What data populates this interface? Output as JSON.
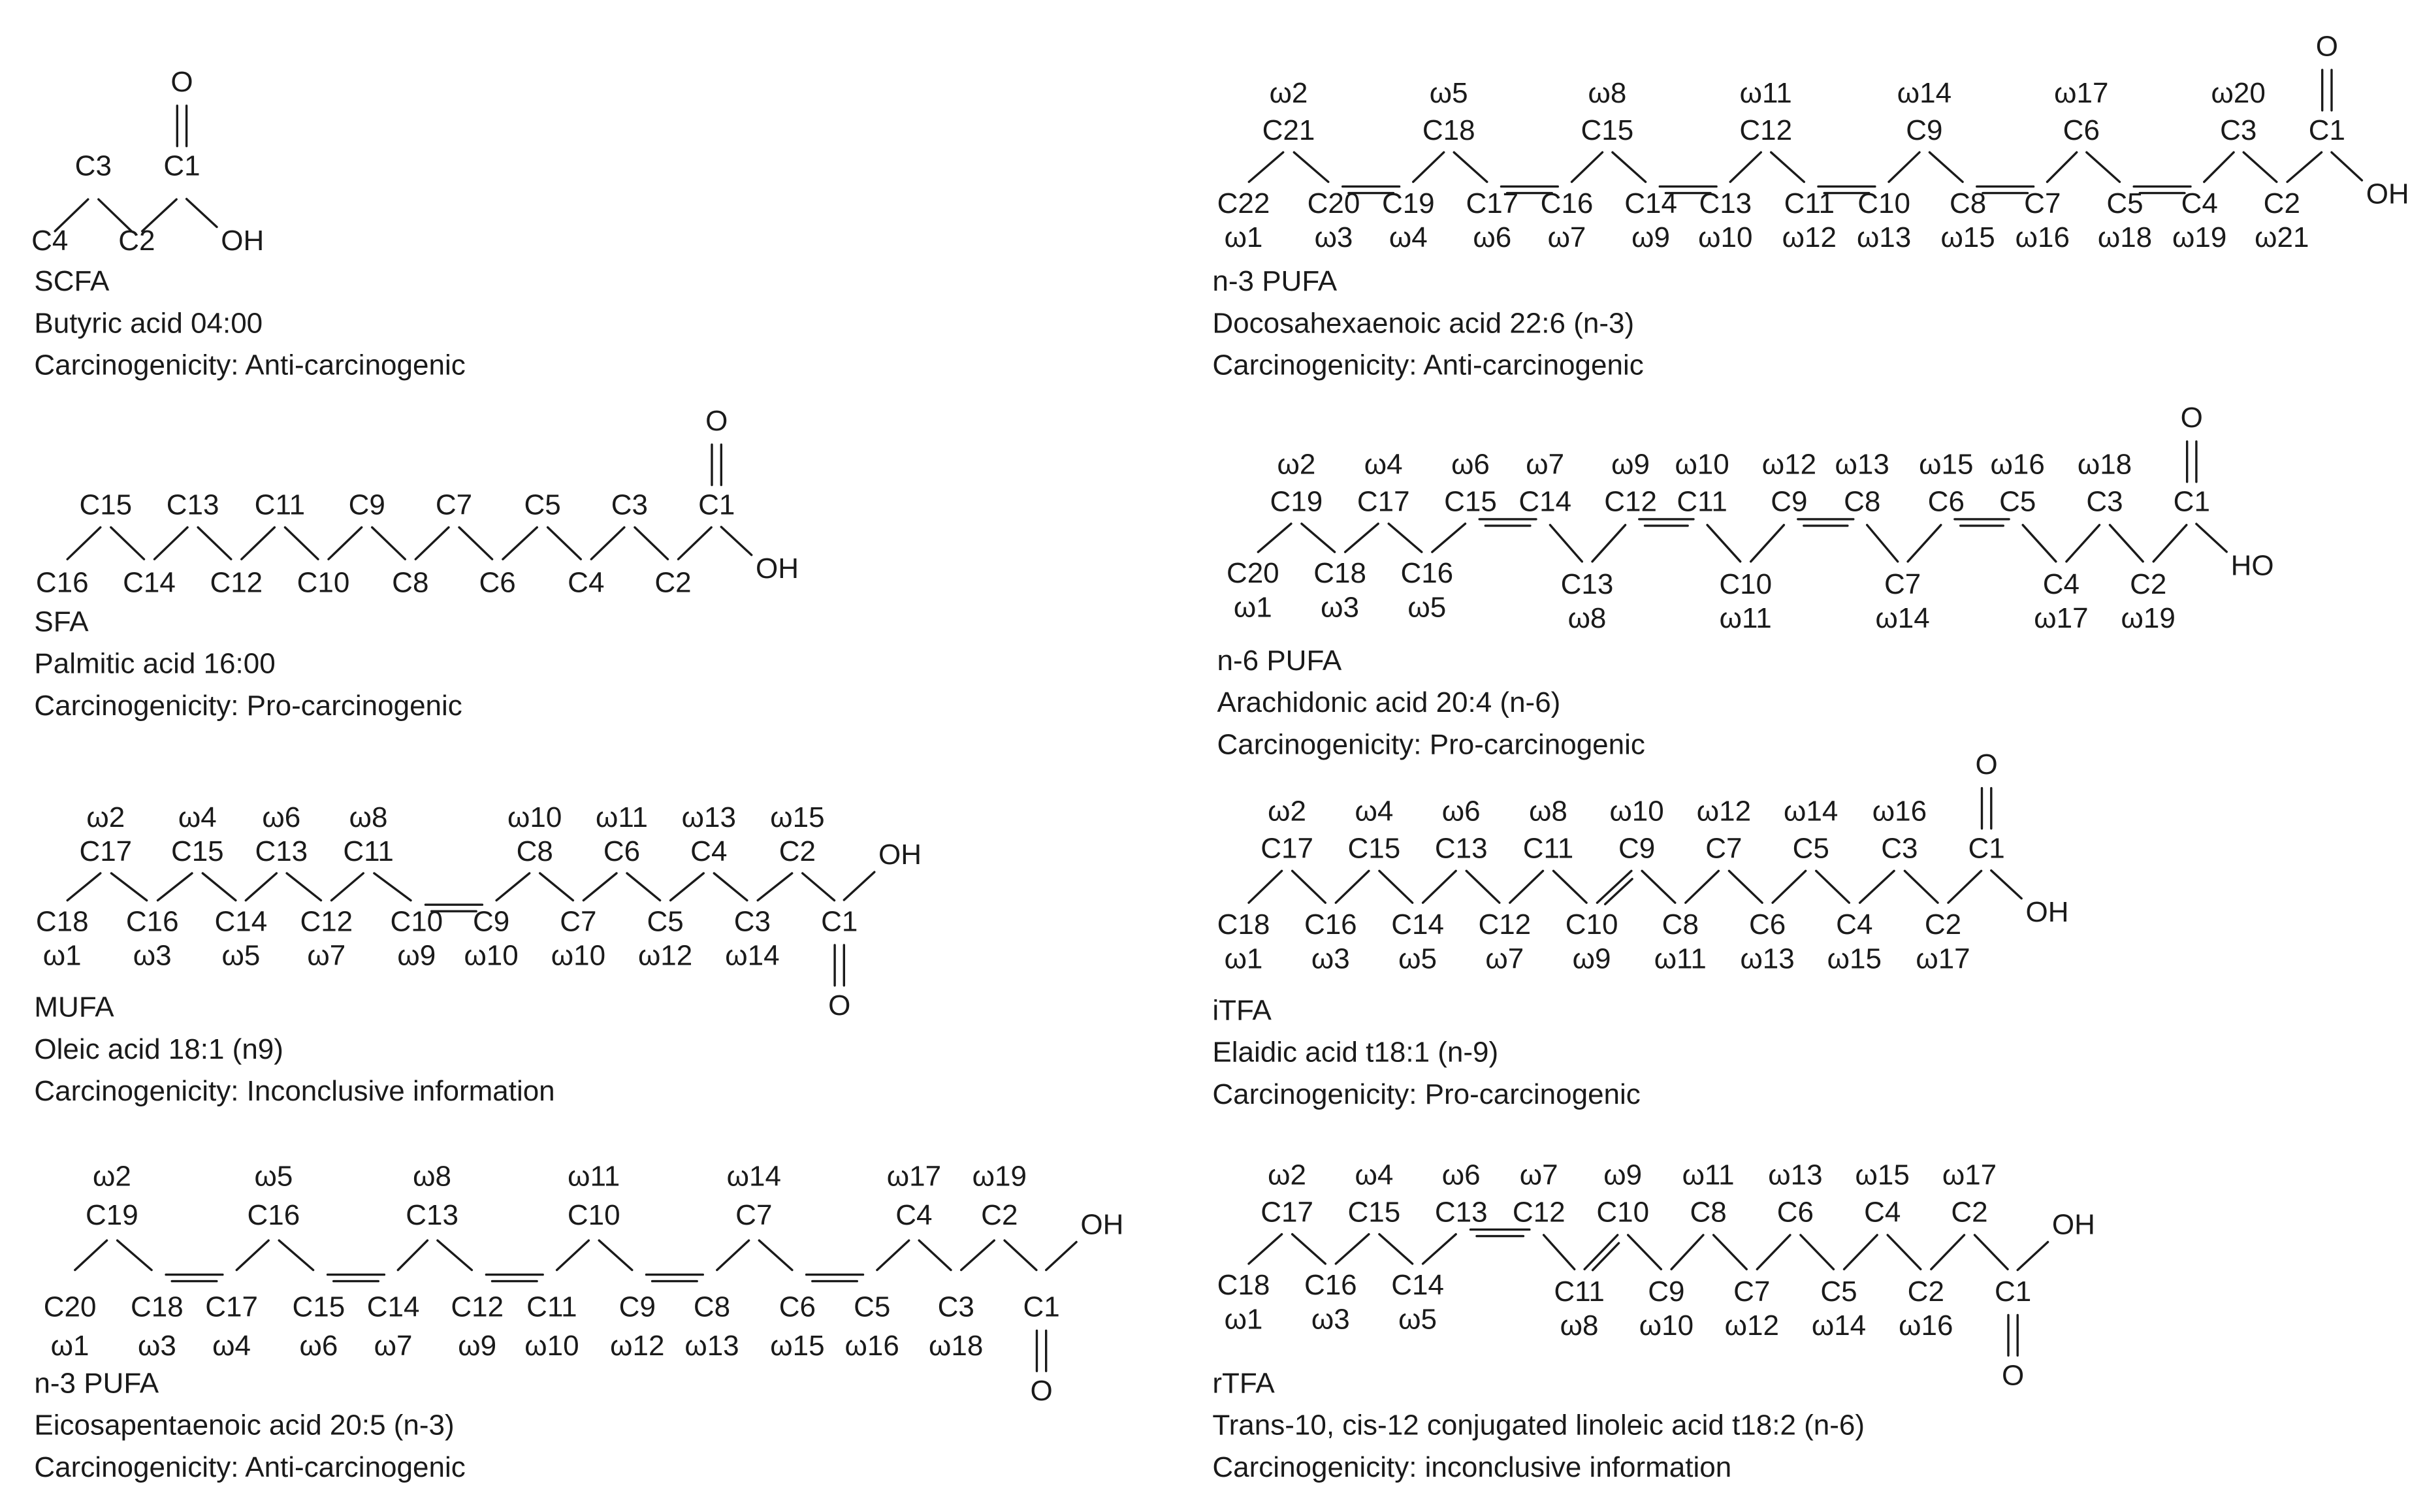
{
  "figure": {
    "panels": [
      {
        "id": "scfa",
        "class_label": "SCFA",
        "name": "Butyric acid 04:00",
        "carcinogenicity": "Carcinogenicity: Anti-carcinogenic",
        "carbon_labels": [
          "C4",
          "C3",
          "C2",
          "C1"
        ],
        "omega_labels": [],
        "group_labels": [
          "O",
          "OH"
        ]
      },
      {
        "id": "sfa",
        "class_label": "SFA",
        "name": "Palmitic acid 16:00",
        "carcinogenicity": "Carcinogenicity: Pro-carcinogenic",
        "carbon_labels": [
          "C16",
          "C15",
          "C14",
          "C13",
          "C12",
          "C11",
          "C10",
          "C9",
          "C8",
          "C7",
          "C6",
          "C5",
          "C4",
          "C3",
          "C2",
          "C1"
        ],
        "omega_labels": [],
        "group_labels": [
          "O",
          "OH"
        ]
      },
      {
        "id": "mufa",
        "class_label": "MUFA",
        "name": "Oleic acid 18:1 (n9)",
        "carcinogenicity": "Carcinogenicity: Inconclusive information",
        "carbon_labels": [
          "C18",
          "C17",
          "C16",
          "C15",
          "C14",
          "C13",
          "C12",
          "C11",
          "C10",
          "C9",
          "C8",
          "C7",
          "C6",
          "C5",
          "C4",
          "C3",
          "C2",
          "C1"
        ],
        "omega_labels": [
          "ω1",
          "ω2",
          "ω3",
          "ω4",
          "ω5",
          "ω6",
          "ω7",
          "ω8",
          "ω9",
          "ω10",
          "ω10",
          "ω10",
          "ω11",
          "ω12",
          "ω13",
          "ω14",
          "ω15"
        ],
        "group_labels": [
          "O",
          "OH"
        ]
      },
      {
        "id": "epa",
        "class_label": "n-3 PUFA",
        "name": "Eicosapentaenoic acid 20:5 (n-3)",
        "carcinogenicity": "Carcinogenicity: Anti-carcinogenic",
        "carbon_labels": [
          "C20",
          "C19",
          "C18",
          "C17",
          "C16",
          "C15",
          "C14",
          "C13",
          "C12",
          "C11",
          "C10",
          "C9",
          "C8",
          "C7",
          "C6",
          "C5",
          "C4",
          "C3",
          "C2",
          "C1"
        ],
        "omega_labels": [
          "ω1",
          "ω2",
          "ω3",
          "ω4",
          "ω5",
          "ω6",
          "ω7",
          "ω8",
          "ω9",
          "ω10",
          "ω11",
          "ω12",
          "ω13",
          "ω14",
          "ω15",
          "ω16",
          "ω17",
          "ω18",
          "ω19"
        ],
        "group_labels": [
          "O",
          "OH"
        ]
      },
      {
        "id": "dha",
        "class_label": "n-3 PUFA",
        "name": "Docosahexaenoic acid 22:6 (n-3)",
        "carcinogenicity": "Carcinogenicity: Anti-carcinogenic",
        "carbon_labels": [
          "C22",
          "C21",
          "C20",
          "C19",
          "C18",
          "C17",
          "C16",
          "C15",
          "C14",
          "C13",
          "C12",
          "C11",
          "C10",
          "C9",
          "C8",
          "C7",
          "C6",
          "C5",
          "C4",
          "C3",
          "C2",
          "C1"
        ],
        "omega_labels": [
          "ω1",
          "ω2",
          "ω3",
          "ω4",
          "ω5",
          "ω6",
          "ω7",
          "ω8",
          "ω9",
          "ω10",
          "ω11",
          "ω12",
          "ω13",
          "ω14",
          "ω15",
          "ω16",
          "ω17",
          "ω18",
          "ω19",
          "ω20",
          "ω21"
        ],
        "group_labels": [
          "O",
          "OH"
        ]
      },
      {
        "id": "ara",
        "class_label": "n-6 PUFA",
        "name": "Arachidonic acid 20:4 (n-6)",
        "carcinogenicity": "Carcinogenicity: Pro-carcinogenic",
        "carbon_labels": [
          "C20",
          "C19",
          "C18",
          "C17",
          "C16",
          "C15",
          "C14",
          "C13",
          "C12",
          "C11",
          "C10",
          "C9",
          "C8",
          "C7",
          "C6",
          "C5",
          "C4",
          "C3",
          "C2",
          "C1"
        ],
        "omega_labels": [
          "ω1",
          "ω2",
          "ω3",
          "ω4",
          "ω5",
          "ω6",
          "ω7",
          "ω8",
          "ω9",
          "ω10",
          "ω11",
          "ω12",
          "ω13",
          "ω14",
          "ω15",
          "ω16",
          "ω17",
          "ω18",
          "ω19"
        ],
        "group_labels": [
          "O",
          "HO"
        ]
      },
      {
        "id": "itfa",
        "class_label": "iTFA",
        "name": "Elaidic acid t18:1 (n-9)",
        "carcinogenicity": "Carcinogenicity: Pro-carcinogenic",
        "carbon_labels": [
          "C18",
          "C17",
          "C16",
          "C15",
          "C14",
          "C13",
          "C12",
          "C11",
          "C10",
          "C9",
          "C8",
          "C7",
          "C6",
          "C5",
          "C4",
          "C3",
          "C2",
          "C1"
        ],
        "omega_labels": [
          "ω1",
          "ω2",
          "ω3",
          "ω4",
          "ω5",
          "ω6",
          "ω7",
          "ω8",
          "ω9",
          "ω10",
          "ω11",
          "ω12",
          "ω13",
          "ω14",
          "ω15",
          "ω16",
          "ω17"
        ],
        "group_labels": [
          "O",
          "OH"
        ]
      },
      {
        "id": "rtfa",
        "class_label": "rTFA",
        "name": "Trans-10, cis-12 conjugated linoleic acid t18:2 (n-6)",
        "carcinogenicity": "Carcinogenicity: inconclusive information",
        "carbon_labels": [
          "C18",
          "C17",
          "C16",
          "C15",
          "C14",
          "C13",
          "C12",
          "C11",
          "C10",
          "C9",
          "C8",
          "C7",
          "C6",
          "C5",
          "C4",
          "C2",
          "C2",
          "C1"
        ],
        "omega_labels": [
          "ω1",
          "ω2",
          "ω3",
          "ω4",
          "ω5",
          "ω6",
          "ω7",
          "ω8",
          "ω9",
          "ω10",
          "ω11",
          "ω12",
          "ω13",
          "ω14",
          "ω15",
          "ω16",
          "ω17"
        ],
        "group_labels": [
          "O",
          "OH"
        ]
      }
    ]
  }
}
